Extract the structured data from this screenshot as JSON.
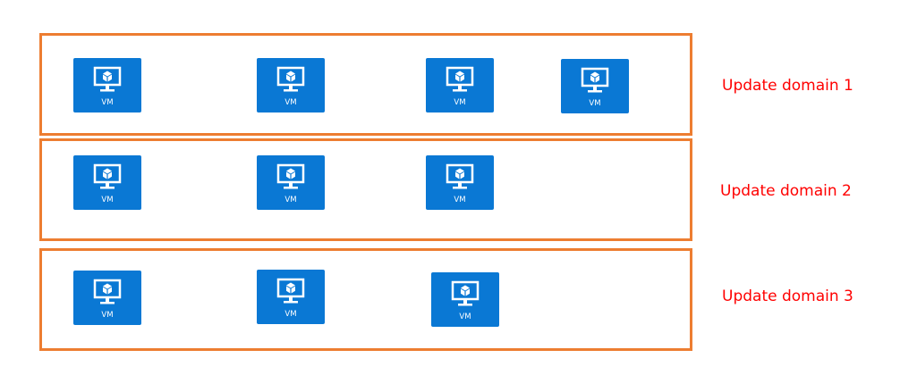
{
  "diagram": {
    "colors": {
      "box_border": "#ED7D31",
      "label": "#FF0000",
      "vm_fill": "#0A78D4",
      "vm_text": "#FFFFFF"
    },
    "vm_icon": "monitor-with-cube-icon",
    "domains": [
      {
        "label": "Update domain 1",
        "vms": [
          "VM",
          "VM",
          "VM",
          "VM"
        ]
      },
      {
        "label": "Update domain 2",
        "vms": [
          "VM",
          "VM",
          "VM"
        ]
      },
      {
        "label": "Update domain 3",
        "vms": [
          "VM",
          "VM",
          "VM"
        ]
      }
    ]
  }
}
